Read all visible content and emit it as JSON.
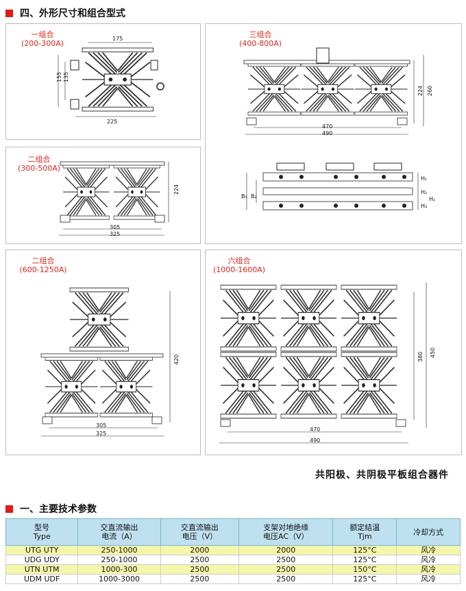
{
  "section4": {
    "title": "四、外形尺寸和组合型式"
  },
  "section1": {
    "title": "一、主要技术参数"
  },
  "panels": {
    "p1": {
      "name": "一组合",
      "range": "(200-300A)",
      "dims": {
        "top": "175",
        "bottom": "225",
        "h1": "155",
        "h2": "135"
      }
    },
    "p2": {
      "name": "二组合",
      "range": "(300-500A)",
      "dims": {
        "w1": "305",
        "w2": "325",
        "h": "224"
      }
    },
    "p3": {
      "name": "三组合",
      "range": "(400-800A)",
      "dims": {
        "w1": "470",
        "w2": "490",
        "h1": "224",
        "h2": "260"
      }
    },
    "p4": {
      "dims": {
        "b1": "B₁",
        "b2": "B₂",
        "h1": "H₁",
        "h2": "H₂",
        "h3": "H₃",
        "h4": "H₁"
      }
    },
    "p5": {
      "name": "二组合",
      "range": "(600-1250A)",
      "dims": {
        "w1": "305",
        "w2": "325",
        "h": "420"
      }
    },
    "p6": {
      "name": "六组合",
      "range": "(1000-1600A)",
      "dims": {
        "w1": "470",
        "w2": "490",
        "h1": "380",
        "h2": "450"
      }
    }
  },
  "caption": "共阳极、共阴极平板组合器件",
  "table": {
    "headers": [
      [
        "型号",
        "Type"
      ],
      [
        "交直流输出",
        "电流（A）"
      ],
      [
        "交直流输出",
        "电压（V）"
      ],
      [
        "支架对地绝缘",
        "电压AC（V）"
      ],
      [
        "额定结温",
        "Tjm"
      ],
      [
        "冷却方式",
        ""
      ]
    ],
    "rows": [
      [
        "UTG UTY",
        "250-1000",
        "2000",
        "2000",
        "125°C",
        "风冷"
      ],
      [
        "UDG UDY",
        "250-1000",
        "2500",
        "2500",
        "125°C",
        "风冷"
      ],
      [
        "UTN UTM",
        "1000-300",
        "2500",
        "2500",
        "150°C",
        "风冷"
      ],
      [
        "UDM UDF",
        "1000-3000",
        "2500",
        "2500",
        "125°C",
        "风冷"
      ]
    ]
  }
}
